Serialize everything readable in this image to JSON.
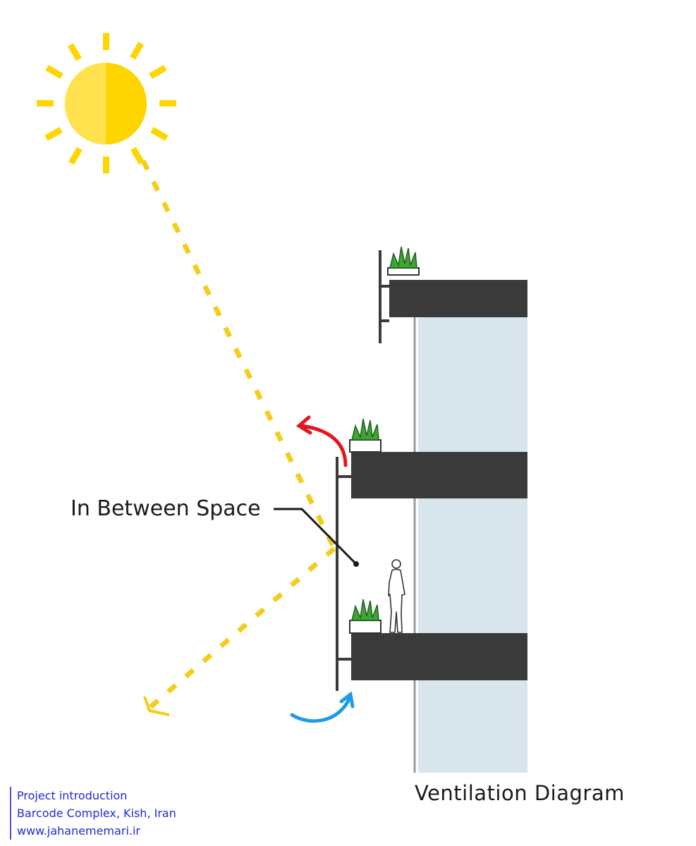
{
  "diagram": {
    "label_in_between": "In Between Space",
    "caption": "Ventilation Diagram"
  },
  "credit": {
    "line1": "Project introduction",
    "line2": "Barcode Complex, Kish, Iran",
    "line3": "www.jahanememari.ir"
  },
  "colors": {
    "sun": "#ffd500",
    "sun_light": "#ffe24d",
    "sun_ray_dashes": "#f5cc1b",
    "slab": "#3a3a3a",
    "glass": "#d9e5ec",
    "warm_air_arrow": "#e3161c",
    "cool_air_arrow": "#1e9be6",
    "plant": "#3fa535",
    "credit_text": "#1f2bd6"
  },
  "icons": [
    "sun-icon",
    "plant-icon",
    "person-icon"
  ]
}
